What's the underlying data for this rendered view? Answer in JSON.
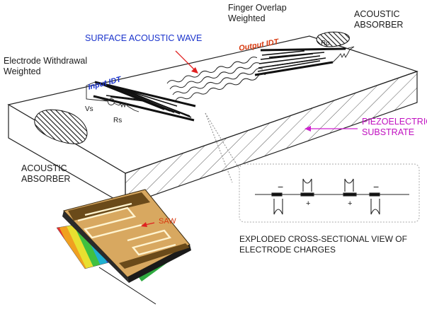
{
  "labels": {
    "finger_overlap_line1": "Finger Overlap",
    "finger_overlap_line2": "Weighted",
    "acoustic_absorber_top_line1": "ACOUSTIC",
    "acoustic_absorber_top_line2": "ABSORBER",
    "surface_acoustic_wave": "SURFACE ACOUSTIC WAVE",
    "output_idt": "Output IDT",
    "ro": "Ro",
    "electrode_withdrawal_line1": "Electrode Withdrawal",
    "electrode_withdrawal_line2": "Weighted",
    "input_idt": "Input IDT",
    "vs": "Vs",
    "rs": "Rs",
    "piezo_line1": "PIEZOELECTRIC",
    "piezo_line2": "SUBSTRATE",
    "acoustic_absorber_left_line1": "ACOUSTIC",
    "acoustic_absorber_left_line2": "ABSORBER",
    "saw": "SAW",
    "exploded_line1": "EXPLODED CROSS-SECTIONAL VIEW OF",
    "exploded_line2": "ELECTRODE CHARGES",
    "charge_minus": "−",
    "charge_plus": "+"
  },
  "colors": {
    "blue_label": "#1a33cc",
    "magenta_label": "#c010c0",
    "red_label": "#d83a10",
    "arrow_red": "#e02020",
    "arrow_magenta": "#d020d0"
  }
}
